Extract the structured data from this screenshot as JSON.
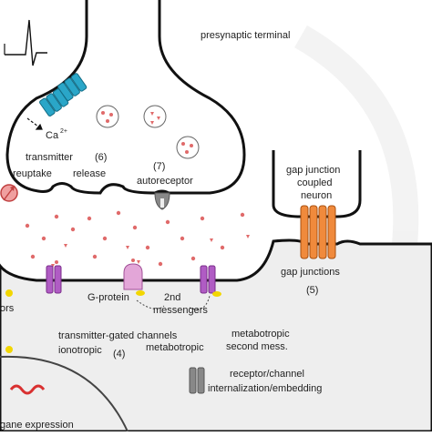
{
  "labels": {
    "presynaptic_terminal": "presynaptic terminal",
    "ca": "Ca",
    "ca_sup": "2+",
    "transmitter": "transmitter",
    "transmitter_num": "(6)",
    "reuptake": "reuptake",
    "release": "release",
    "autoreceptor_num": "(7)",
    "autoreceptor": "autoreceptor",
    "gap_junction_coupled": "gap junction",
    "gap_junction_coupled2": "coupled",
    "gap_junction_coupled3": "neuron",
    "gap_junctions": "gap junctions",
    "gap_junctions_num": "(5)",
    "g_protein": "G-protein",
    "second": "2nd",
    "messengers": "messengers",
    "ors": "ors",
    "transmitter_gated": "transmitter-gated channels",
    "ionotropic": "ionotropic",
    "metabotropic": "metabotropic",
    "num4": "(4)",
    "metabotropic_second1": "metabotropic",
    "metabotropic_second2": "second mess.",
    "receptor_channel1": "receptor/channel",
    "receptor_channel2": "internalization/embedding",
    "gene_expression": "gane expression"
  },
  "colors": {
    "membrane": "#111111",
    "postsynaptic_fill": "#eeeeee",
    "channel_teal": "#2aa6c8",
    "receptor_purple": "#b05cc4",
    "receptor_pink": "#e3a6d8",
    "gap_orange": "#f08a3c",
    "dot_red": "#e06a6a",
    "yellow": "#f2d600",
    "dna_red": "#d93030",
    "gray_receptor": "#888888"
  }
}
